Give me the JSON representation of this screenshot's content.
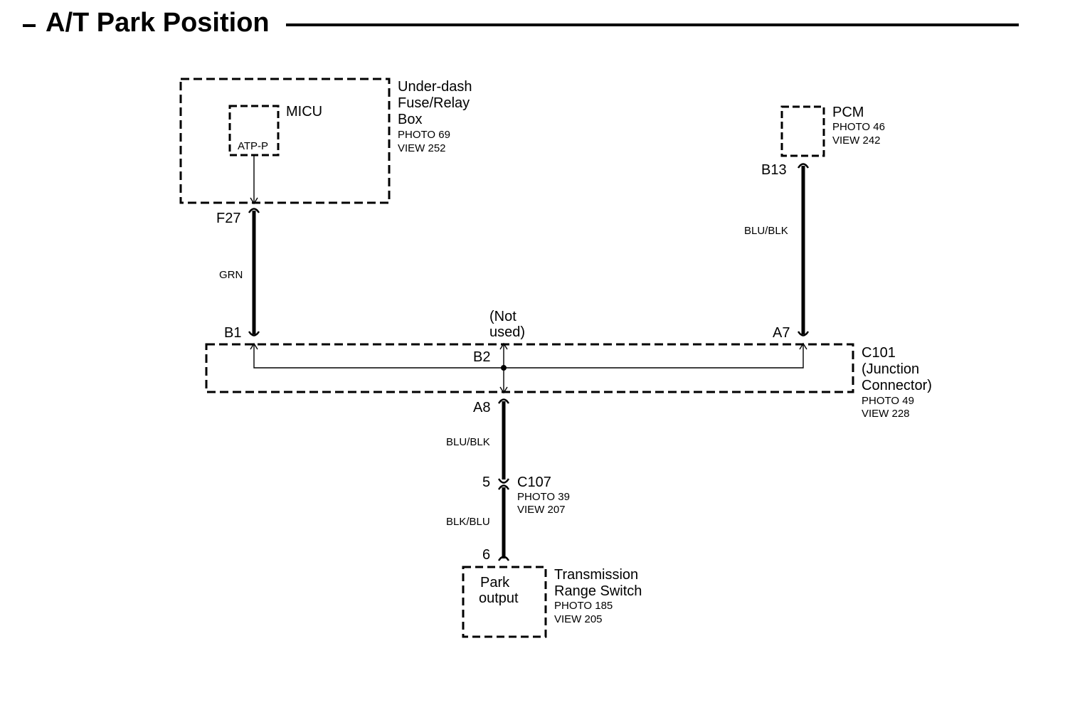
{
  "title": "A/T Park Position",
  "components": {
    "underdash": {
      "name_lines": [
        "Under-dash",
        "Fuse/Relay",
        "Box"
      ],
      "photo": "PHOTO 69",
      "view": "VIEW 252",
      "inner_name": "MICU",
      "inner_terminal": "ATP-P"
    },
    "pcm": {
      "name": "PCM",
      "photo": "PHOTO 46",
      "view": "VIEW 242"
    },
    "c101": {
      "name_lines": [
        "C101",
        "(Junction",
        "Connector)"
      ],
      "photo": "PHOTO 49",
      "view": "VIEW 228"
    },
    "c107": {
      "name": "C107",
      "photo": "PHOTO 39",
      "view": "VIEW 207"
    },
    "trs": {
      "name_lines": [
        "Transmission",
        "Range Switch"
      ],
      "photo": "PHOTO 185",
      "view": "VIEW 205",
      "inner_lines": [
        "Park",
        "output"
      ]
    }
  },
  "pins": {
    "f27": "F27",
    "b13": "B13",
    "b1": "B1",
    "a7": "A7",
    "b2": "B2",
    "a8": "A8",
    "c107_5": "5",
    "trs_6": "6"
  },
  "wires": {
    "grn": "GRN",
    "pcm_blu_blk": "BLU/BLK",
    "a8_blu_blk": "BLU/BLK",
    "blk_blu": "BLK/BLU"
  },
  "notes": {
    "not_used_lines": [
      "(Not",
      "used)"
    ]
  }
}
